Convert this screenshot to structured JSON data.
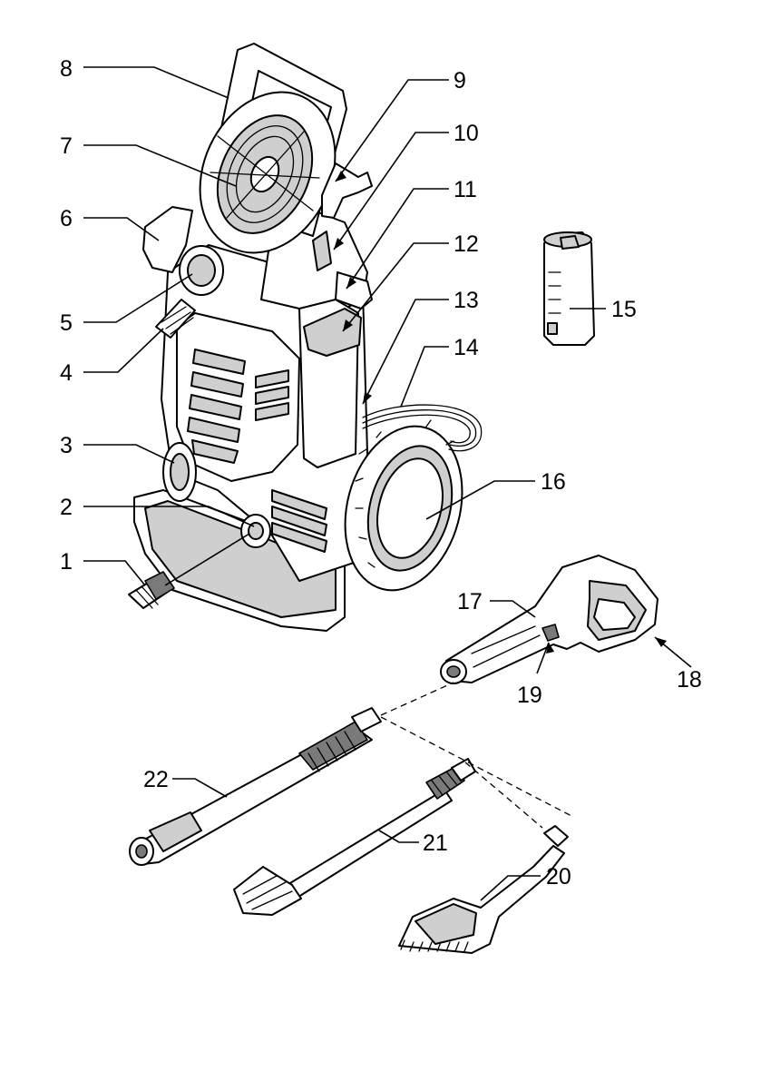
{
  "callouts": [
    {
      "id": "c1",
      "label": "1"
    },
    {
      "id": "c2",
      "label": "2"
    },
    {
      "id": "c3",
      "label": "3"
    },
    {
      "id": "c4",
      "label": "4"
    },
    {
      "id": "c5",
      "label": "5"
    },
    {
      "id": "c6",
      "label": "6"
    },
    {
      "id": "c7",
      "label": "7"
    },
    {
      "id": "c8",
      "label": "8"
    },
    {
      "id": "c9",
      "label": "9"
    },
    {
      "id": "c10",
      "label": "10"
    },
    {
      "id": "c11",
      "label": "11"
    },
    {
      "id": "c12",
      "label": "12"
    },
    {
      "id": "c13",
      "label": "13"
    },
    {
      "id": "c14",
      "label": "14"
    },
    {
      "id": "c15",
      "label": "15"
    },
    {
      "id": "c16",
      "label": "16"
    },
    {
      "id": "c17",
      "label": "17"
    },
    {
      "id": "c18",
      "label": "18"
    },
    {
      "id": "c19",
      "label": "19"
    },
    {
      "id": "c20",
      "label": "20"
    },
    {
      "id": "c21",
      "label": "21"
    },
    {
      "id": "c22",
      "label": "22"
    }
  ],
  "colors": {
    "line": "#000000",
    "fill": "#ffffff",
    "shade": "#cfcfcf",
    "dark": "#7a7a7a"
  }
}
